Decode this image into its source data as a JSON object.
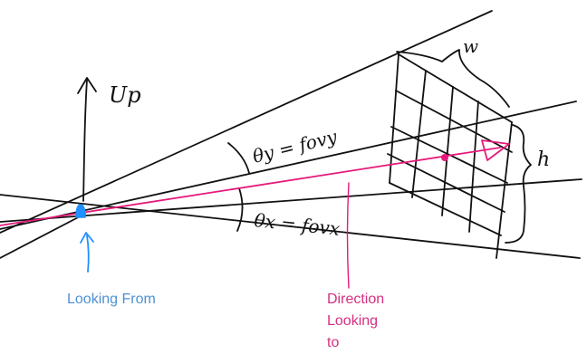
{
  "labels": {
    "up": "Up",
    "width": "w",
    "height": "h",
    "theta_y": "θy = fovy",
    "theta_x": "θx = fovx",
    "looking_from": "Looking From",
    "direction_line1": "Direction",
    "direction_line2": "Looking",
    "direction_line3": "to"
  },
  "colors": {
    "ink": "#111111",
    "blue": "#1e90ff",
    "blue_label": "#4f91d3",
    "pink": "#e6197a",
    "pink_label": "#d6307f"
  }
}
